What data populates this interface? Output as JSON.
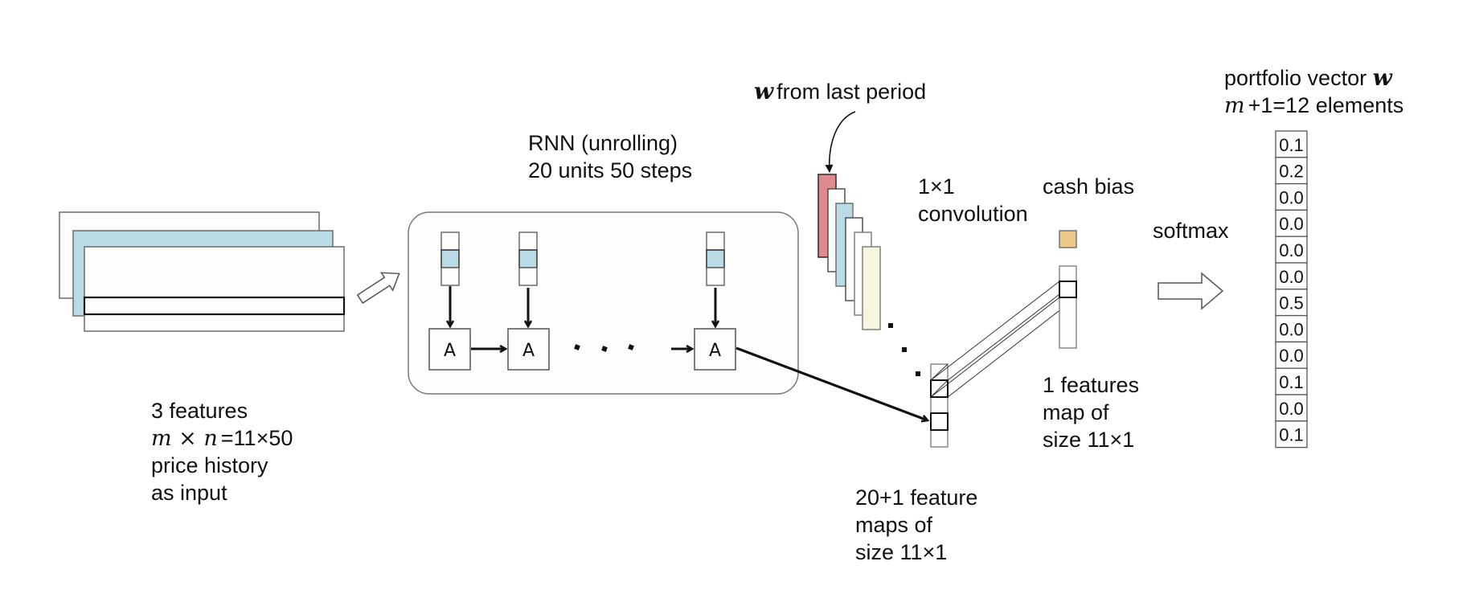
{
  "diagram": {
    "title": "RNN portfolio network architecture",
    "colors": {
      "feature_blue": "#b8dbe6",
      "last_weights_red": "#e08a8f",
      "cash_bias": "#ecc98a",
      "map_cream": "#f7f5df",
      "paper_white": "#fdfdfb",
      "stroke": "#6b6b6b",
      "stroke_dark": "#111111"
    },
    "input": {
      "line1": "3 features",
      "line2_math": "m × n",
      "line2_value": "=11×50",
      "line3": "price history",
      "line4": "as input",
      "feature_layers": 3
    },
    "rnn": {
      "title_line1": "RNN (unrolling)",
      "title_line2": "20 units 50 steps",
      "cell_label": "A",
      "visible_cells": 3,
      "ellipsis": "· · ·"
    },
    "last_weights": {
      "symbol": "w",
      "text": " from last period"
    },
    "convolution": {
      "line1": "1×1",
      "line2": "convolution"
    },
    "cash_bias": {
      "label": "cash bias"
    },
    "feature_maps_in": {
      "line1": "20+1 feature",
      "line2": "maps of",
      "line3": "size 11×1"
    },
    "feature_map_out": {
      "line1": "1 features",
      "line2": "map of",
      "line3": "size 11×1"
    },
    "softmax": {
      "label": "softmax"
    },
    "portfolio": {
      "title_text": "portfolio vector ",
      "title_symbol": "w",
      "subtitle_math": "m",
      "subtitle_text": "+1=12 elements",
      "values": [
        "0.1",
        "0.2",
        "0.0",
        "0.0",
        "0.0",
        "0.0",
        "0.5",
        "0.0",
        "0.0",
        "0.1",
        "0.0",
        "0.1"
      ]
    }
  }
}
